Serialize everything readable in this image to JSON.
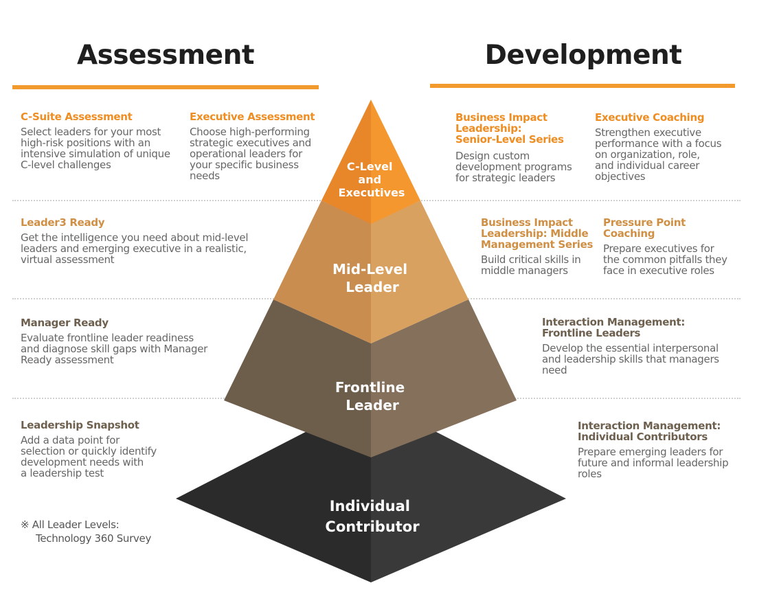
{
  "headers": {
    "assessment": "Assessment",
    "development": "Development"
  },
  "colors": {
    "accent": "#f29a2e",
    "tier1_left": "#e8862a",
    "tier1_right": "#f4972f",
    "tier2_left": "#c98d4f",
    "tier2_right": "#d9a160",
    "tier3_left": "#6d5d4b",
    "tier3_right": "#85705b",
    "tier4_left": "#2b2b2b",
    "tier4_right": "#393939"
  },
  "levels": [
    {
      "id": "c-level",
      "lines": [
        "C-Level",
        "and",
        "Executives"
      ]
    },
    {
      "id": "mid-level",
      "lines": [
        "Mid-Level",
        "Leader"
      ]
    },
    {
      "id": "frontline",
      "lines": [
        "Frontline",
        "Leader"
      ]
    },
    {
      "id": "individual",
      "lines": [
        "Individual",
        "Contributor"
      ]
    }
  ],
  "assessment": {
    "csuite": {
      "title": "C-Suite Assessment",
      "desc": [
        "Select leaders for your most",
        "high-risk positions with an",
        "intensive simulation of unique",
        "C-level challenges"
      ]
    },
    "executive": {
      "title": "Executive Assessment",
      "desc": [
        "Choose high-performing",
        "strategic executives and",
        "operational leaders for",
        "your specific business",
        "needs"
      ]
    },
    "leader3": {
      "title": "Leader3 Ready",
      "desc": [
        "Get the intelligence you need about mid-level",
        "leaders and emerging executive in a realistic,",
        "virtual assessment"
      ]
    },
    "manager": {
      "title": "Manager Ready",
      "desc": [
        "Evaluate frontline leader readiness",
        "and diagnose skill gaps with Manager",
        "Ready assessment"
      ]
    },
    "snapshot": {
      "title": "Leadership Snapshot",
      "desc": [
        "Add a data point for",
        "selection or quickly identify",
        "development needs with",
        "a leadership test"
      ]
    }
  },
  "development": {
    "bil_senior": {
      "title": [
        "Business Impact",
        "Leadership:",
        "Senior-Level Series"
      ],
      "desc": [
        "Design custom",
        "development programs",
        "for strategic leaders"
      ]
    },
    "exec_coaching": {
      "title": "Executive Coaching",
      "desc": [
        "Strengthen executive",
        "performance with a focus",
        "on organization, role,",
        "and individual career",
        "objectives"
      ]
    },
    "bil_middle": {
      "title": [
        "Business Impact",
        "Leadership: Middle",
        "Management Series"
      ],
      "desc": [
        "Build critical skills in",
        "middle managers"
      ]
    },
    "pressure": {
      "title": "Pressure Point Coaching",
      "desc": [
        "Prepare executives for",
        "the common pitfalls they",
        "face in executive roles"
      ]
    },
    "im_frontline": {
      "title": [
        "Interaction Management:",
        "Frontline Leaders"
      ],
      "desc": [
        "Develop the essential interpersonal",
        "and leadership skills that managers",
        "need"
      ]
    },
    "im_individual": {
      "title": [
        "Interaction Management:",
        "Individual Contributors"
      ],
      "desc": [
        "Prepare emerging leaders for",
        "future and informal leadership",
        "roles"
      ]
    }
  },
  "note": {
    "line1": "※ All Leader Levels:",
    "line2": "Technology 360 Survey"
  }
}
